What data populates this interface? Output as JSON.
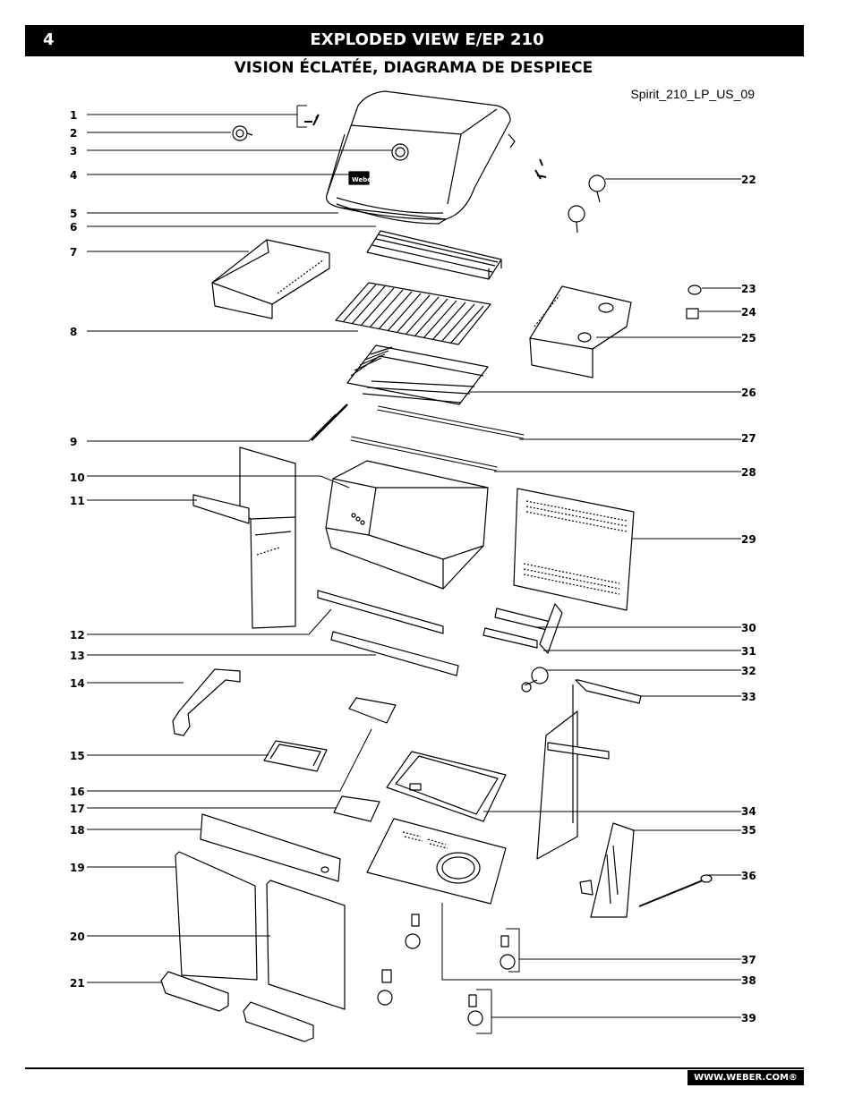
{
  "header": {
    "page_number": "4",
    "title": "EXPLODED VIEW E/EP 210",
    "subtitle": "VISION ÉCLATÉE, DIAGRAMA DE DESPIECE",
    "model_code": "Spirit_210_LP_US_09"
  },
  "footer": {
    "url": "WWW.WEBER.COM®"
  },
  "grill_logo": "Weber",
  "parts_left": [
    "1",
    "2",
    "3",
    "4",
    "5",
    "6",
    "7",
    "8",
    "9",
    "10",
    "11",
    "12",
    "13",
    "14",
    "15",
    "16",
    "17",
    "18",
    "19",
    "20",
    "21"
  ],
  "parts_right": [
    "22",
    "23",
    "24",
    "25",
    "26",
    "27",
    "28",
    "29",
    "30",
    "31",
    "32",
    "33",
    "34",
    "35",
    "36",
    "37",
    "38",
    "39"
  ]
}
